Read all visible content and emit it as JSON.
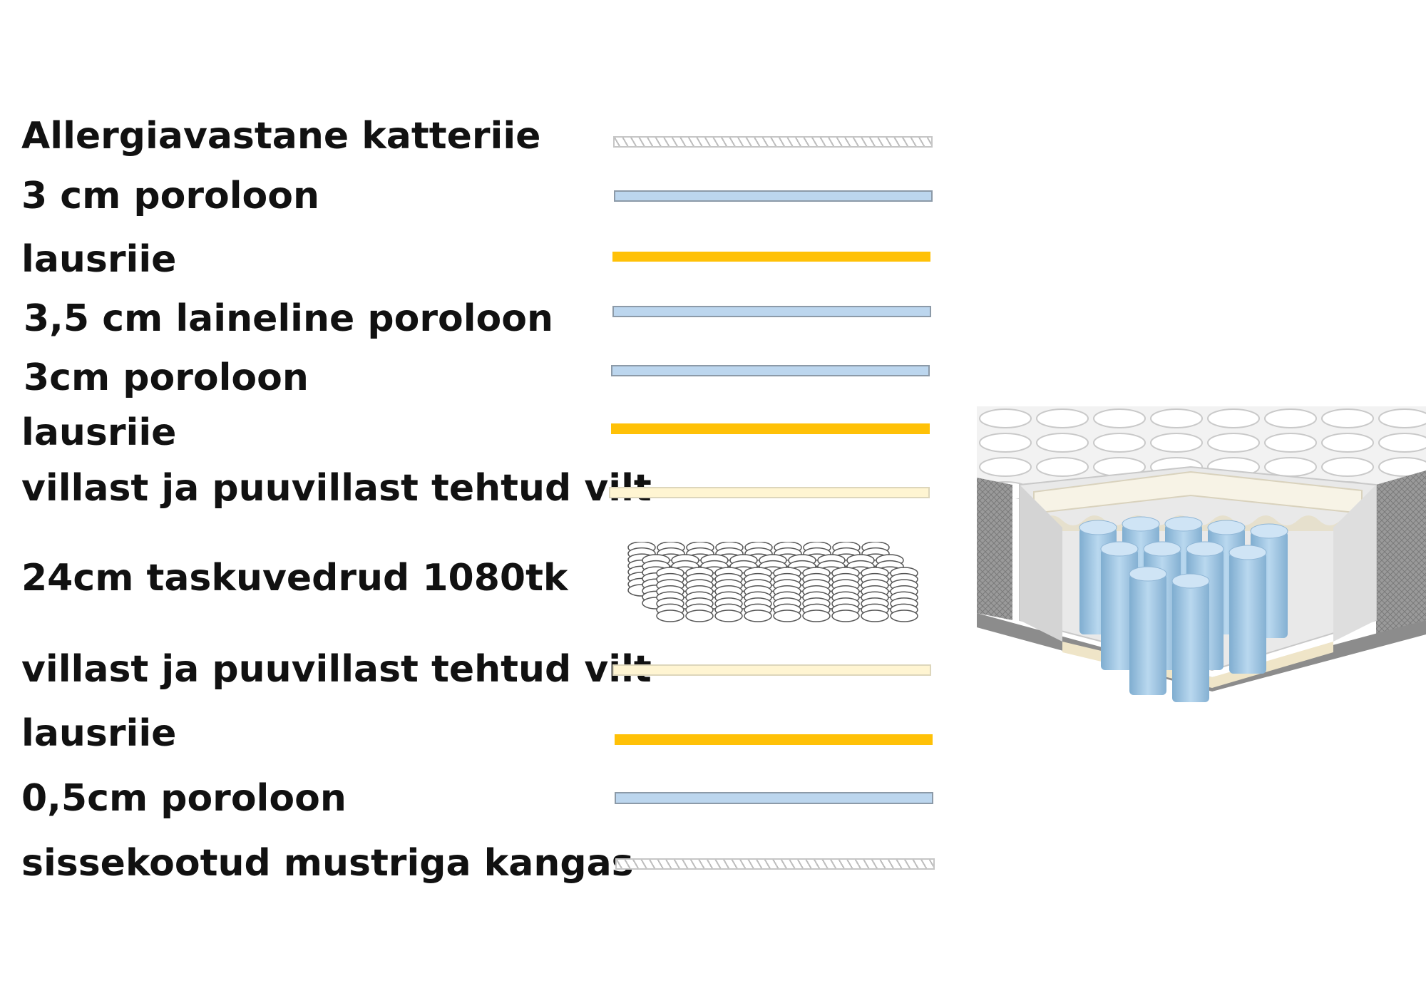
{
  "layers": [
    {
      "label": "Allergiavastane katteriie",
      "material": "knit"
    },
    {
      "label": "3 cm  poroloon",
      "material": "foam"
    },
    {
      "label": "lausriie",
      "material": "gold"
    },
    {
      "label": "3,5 cm laineline poroloon",
      "material": "foam"
    },
    {
      "label": "3cm poroloon",
      "material": "foam"
    },
    {
      "label": "lausriie",
      "material": "gold"
    },
    {
      "label": "villast ja puuvillast tehtud vilt",
      "material": "felt"
    },
    {
      "label": "24cm taskuvedrud 1080tk",
      "material": "springs"
    },
    {
      "label": "villast ja puuvillast tehtud vilt",
      "material": "felt"
    },
    {
      "label": "lausriie",
      "material": "gold"
    },
    {
      "label": "0,5cm poroloon",
      "material": "foam"
    },
    {
      "label": "sissekootud mustriga kangas",
      "material": "knit"
    }
  ],
  "colors": {
    "foam": "#bcd6ee",
    "gold": "#ffc107",
    "felt": "#fff5d2",
    "knit": "#bdbdbd",
    "spring_blue": "#9ec5e3"
  },
  "illustration": {
    "name": "mattress-cutaway-illustration",
    "icon": "pocket-springs-icon"
  }
}
